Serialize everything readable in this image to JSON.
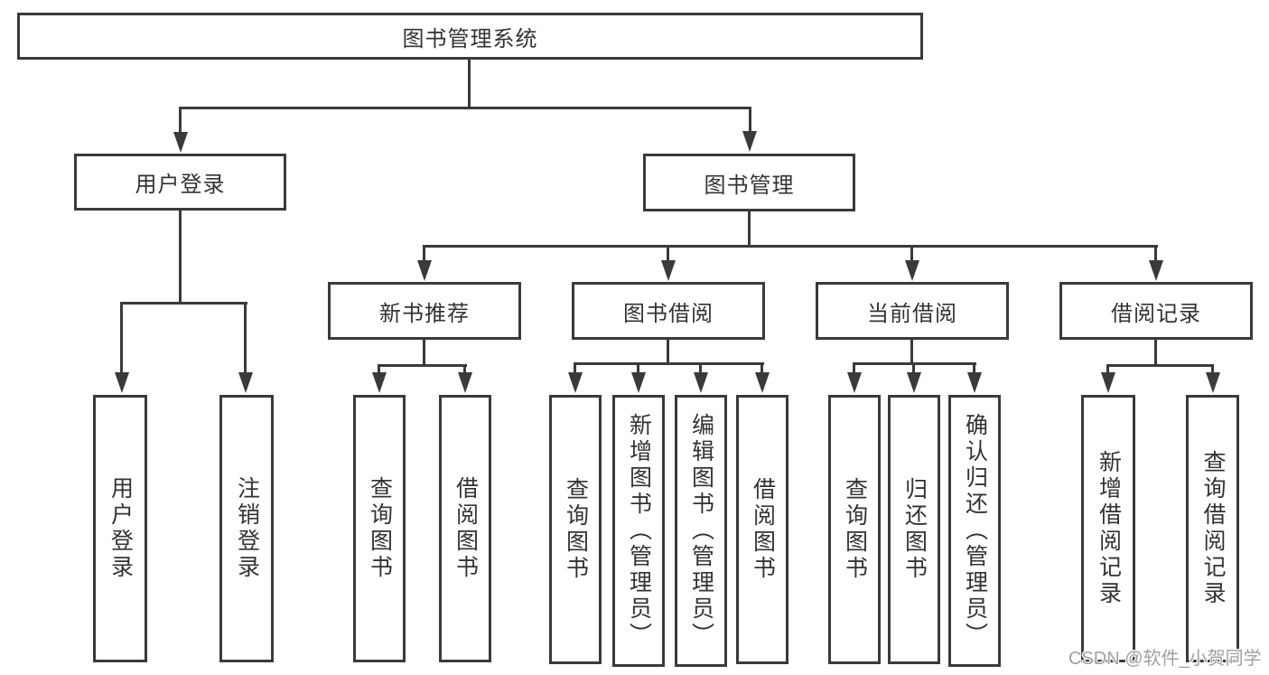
{
  "nodes": {
    "root": "图书管理系统",
    "user_login": "用户登录",
    "book_mgmt": "图书管理",
    "l3": {
      "new_books": "新书推荐",
      "borrow": "图书借阅",
      "current": "当前借阅",
      "records": "借阅记录"
    },
    "leaves": {
      "user_login_1": "用户登录",
      "user_login_2": "注销登录",
      "new_books_1": "查询图书",
      "new_books_2": "借阅图书",
      "borrow_1": "查询图书",
      "borrow_2": "新增图书（管理员）",
      "borrow_3": "编辑图书（管理员）",
      "borrow_4": "借阅图书",
      "current_1": "查询图书",
      "current_2": "归还图书",
      "current_3": "确认归还（管理员）",
      "records_1": "新增借阅记录",
      "records_2": "查询借阅记录"
    }
  },
  "watermark": "CSDN @软件_小贺同学",
  "colors": {
    "line": "#3a3a3a",
    "text": "#333333",
    "watermark": "#a0a0a0",
    "background": "#ffffff"
  }
}
